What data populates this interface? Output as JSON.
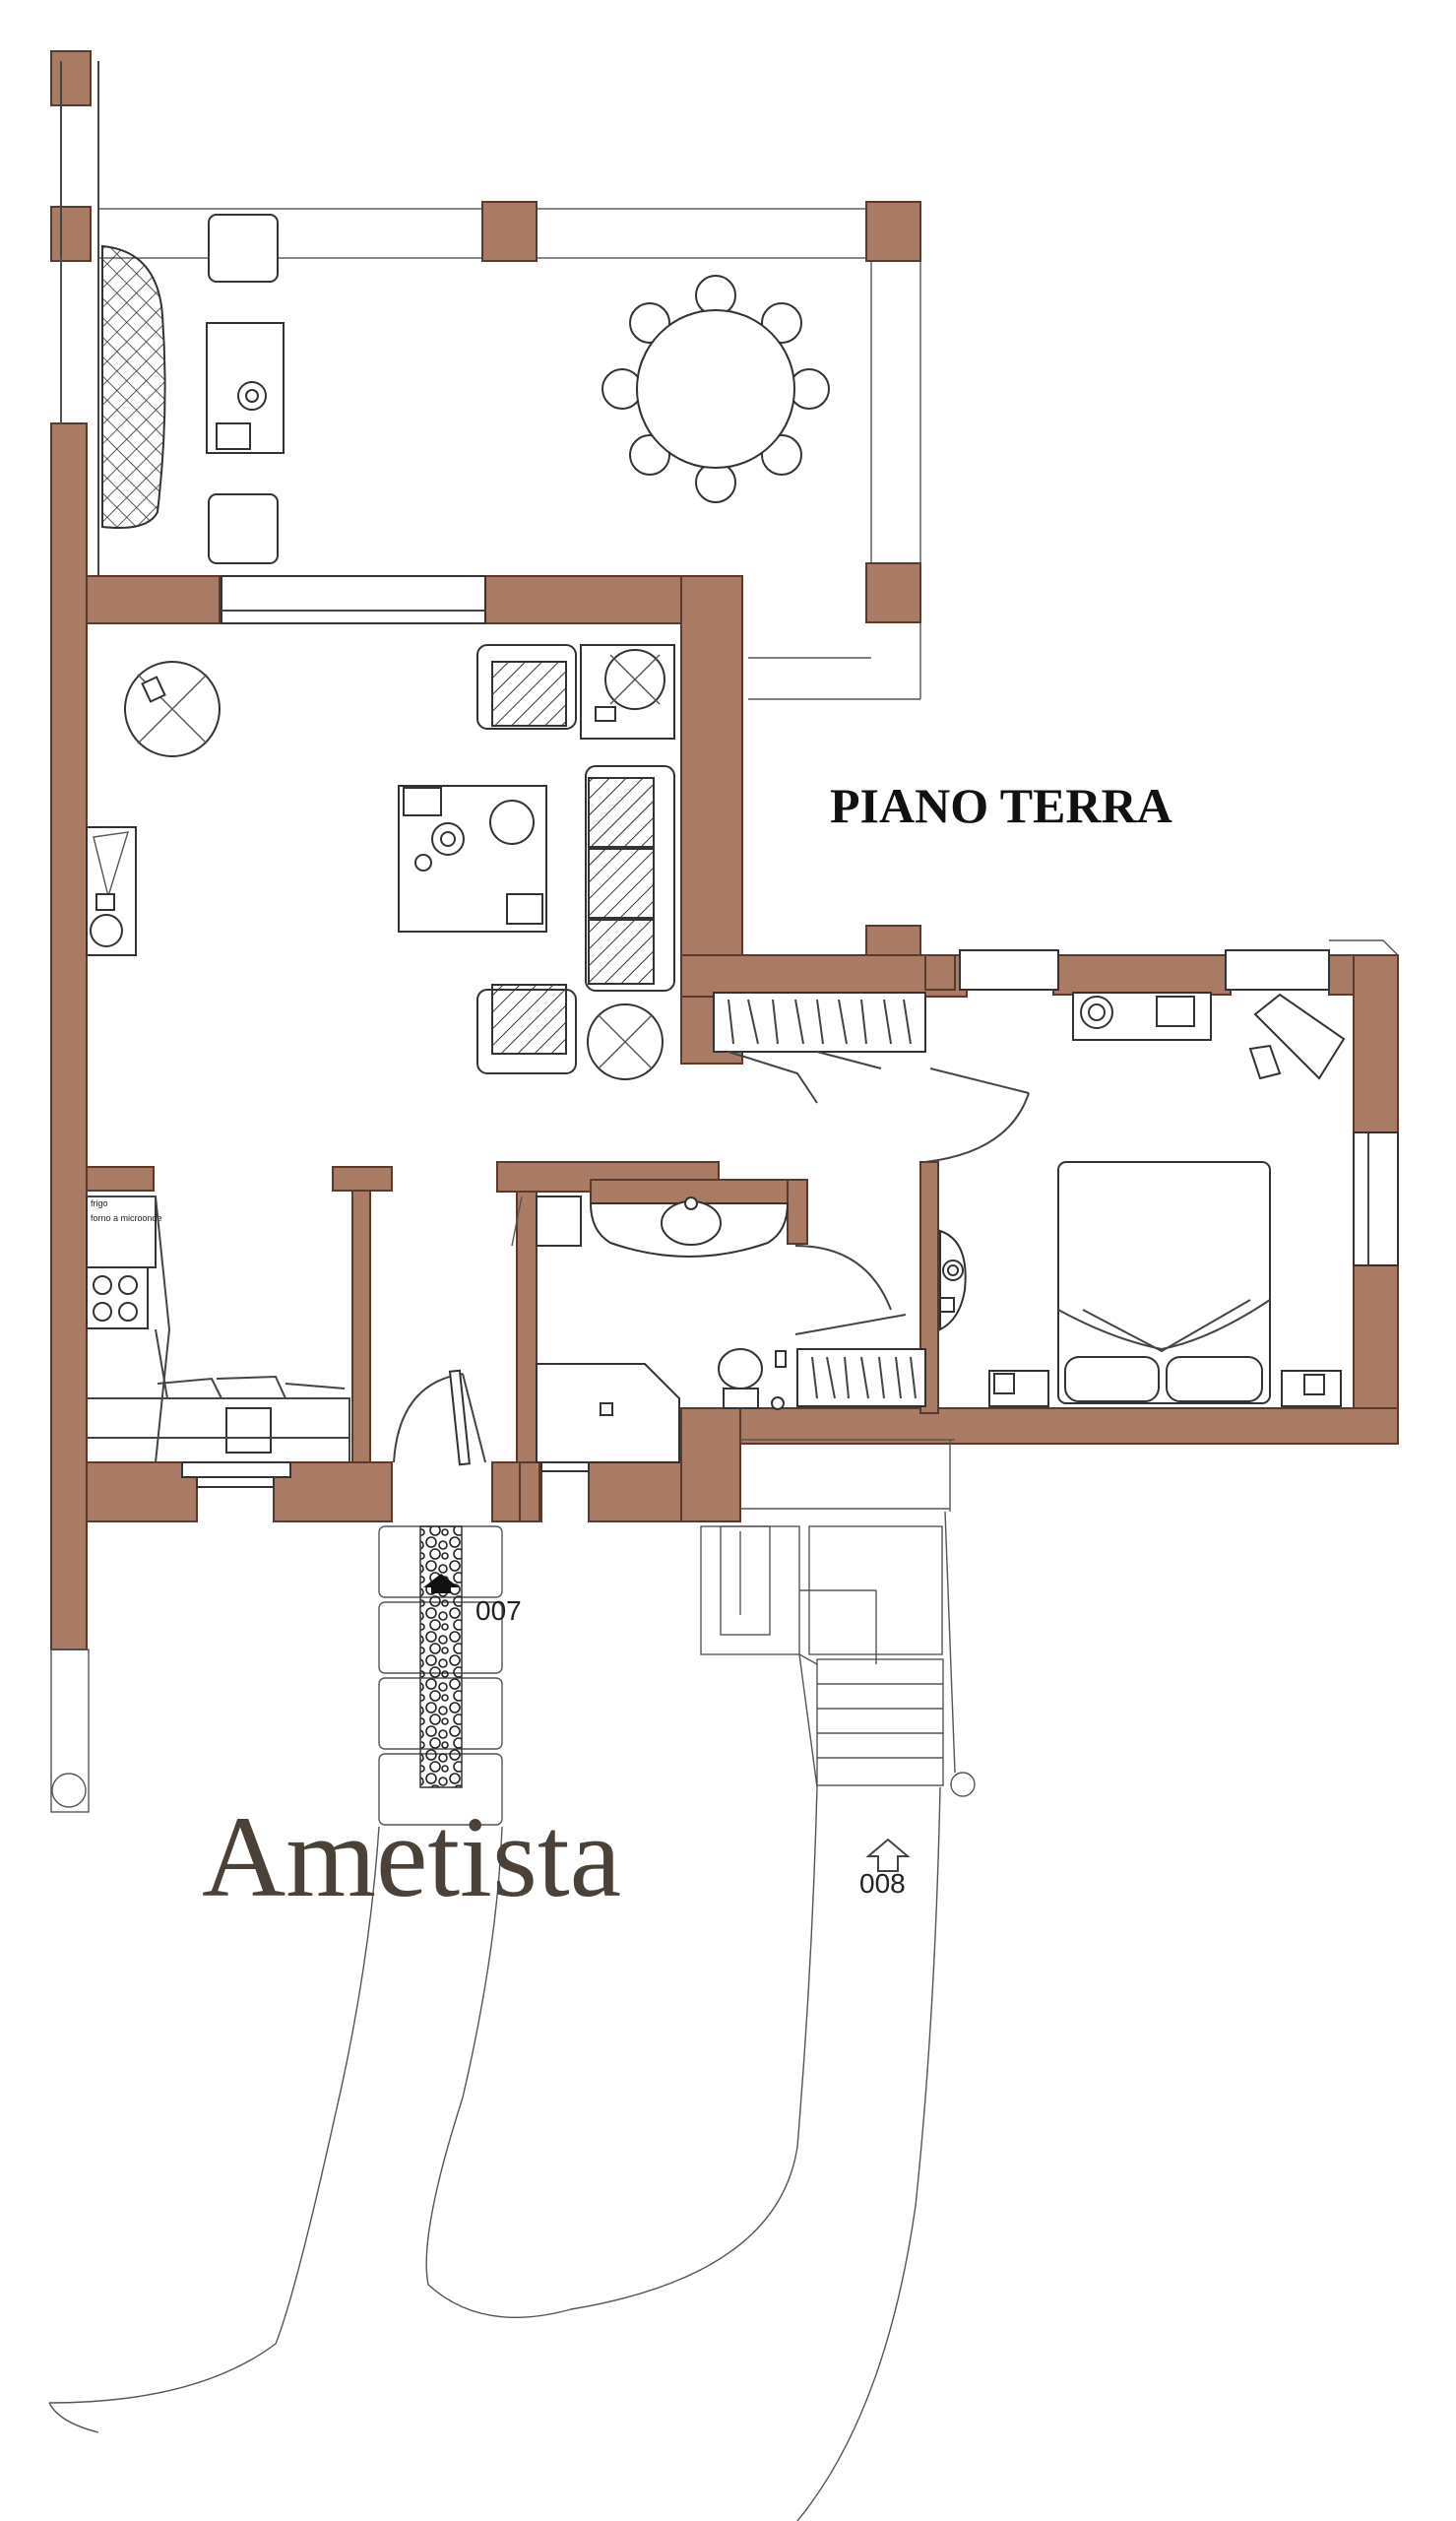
{
  "plan": {
    "floor_label": "PIANO TERRA",
    "brand_name": "Ametista",
    "markers": [
      {
        "label": "007"
      },
      {
        "label": "008"
      }
    ],
    "kitchen_labels": {
      "fridge": "frigo",
      "oven": "forno a microonde"
    },
    "colors": {
      "wall": "#a97a64",
      "wall_outline": "#5a3a2c",
      "brand_text": "#4a4238",
      "line": "#444444"
    }
  }
}
